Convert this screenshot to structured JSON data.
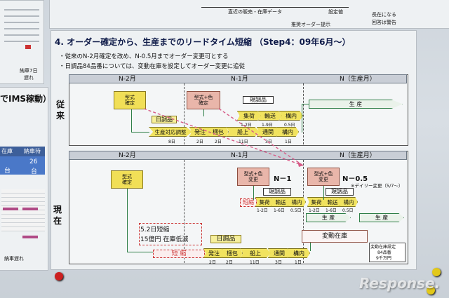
{
  "top": {
    "label_data": "直近の販売・在庫データ",
    "label_setting": "設定値",
    "label_present": "推奨オーダー提示",
    "label_warn_1": "長在になる",
    "label_warn_2": "回答は警告"
  },
  "title": "4. オーダー確定から、生産までのリードタイム短縮 （Step4：09年6月～）",
  "bullets": [
    "・従来のN-2月確定を改め、N-0.5月までオーダー変更可とする",
    "・日調品84品番については、変動在庫を設定してオーダー変更に追従"
  ],
  "left": {
    "ims": "でIMS稼動）",
    "col_a": "在庫",
    "col_b": "納車待",
    "val_a": "台",
    "val_b1": "26",
    "val_b2": "台",
    "note_1": "納車7日",
    "note_2": "遅れ",
    "note_3": "納車遅れ"
  },
  "old": {
    "label_1": "従",
    "label_2": "来",
    "months": [
      "N-2月",
      "N-1月",
      "N（生産月）"
    ],
    "order_box": "型式\n確定",
    "color_box": "型式+色\n確定",
    "nittyo": "日調品",
    "genchohin": "現調品",
    "flow_top": [
      "集荷",
      "輸送",
      "構内"
    ],
    "flow_top_days": [
      "1-2日",
      "1-9日",
      "0.5日"
    ],
    "seisan": "生 産",
    "flow_bottom": [
      "生産対応調整",
      "発注",
      "梱包",
      "船上",
      "通関",
      "構内"
    ],
    "flow_bottom_days": [
      "8日",
      "2日",
      "2日",
      "11日",
      "3日",
      "1日"
    ]
  },
  "new": {
    "label_1": "現",
    "label_2": "在",
    "months": [
      "N-2月",
      "N-1月",
      "N（生産月）"
    ],
    "order_box": "型式\n確定",
    "color_box_n1": "型式+色\n変更",
    "n1": "N－1",
    "color_box_n05": "型式+色\n変更",
    "n05": "N－0.5",
    "daily": "※デイリー変更（5/7～）",
    "genchohin_1": "現調品",
    "genchohin_2": "現調品",
    "tanshuku_1": "短縮",
    "flow_1": [
      "集荷",
      "輸送",
      "構内"
    ],
    "flow_1_days": [
      "1-2日",
      "1-6日",
      "0.5日"
    ],
    "flow_2": [
      "集荷",
      "輸送",
      "構内"
    ],
    "flow_2_days": [
      "1-2日",
      "1-6日",
      "0.5日"
    ],
    "seisan_1": "生 産",
    "seisan_2": "生 産",
    "reduction_1": "5.2日短縮",
    "reduction_2": "15億円 在庫低減",
    "tanshuku_2": "短 縮",
    "nittyo": "日調品",
    "flow_bottom": [
      "発注",
      "梱包",
      "船上",
      "通関",
      "構内"
    ],
    "flow_bottom_days": [
      "2日",
      "2日",
      "11日",
      "3日",
      "1日"
    ],
    "hendo": "変動在庫",
    "setting_1": "変動在庫設定",
    "setting_2": "84品番",
    "setting_3": "9千万円"
  },
  "watermark": "Response."
}
